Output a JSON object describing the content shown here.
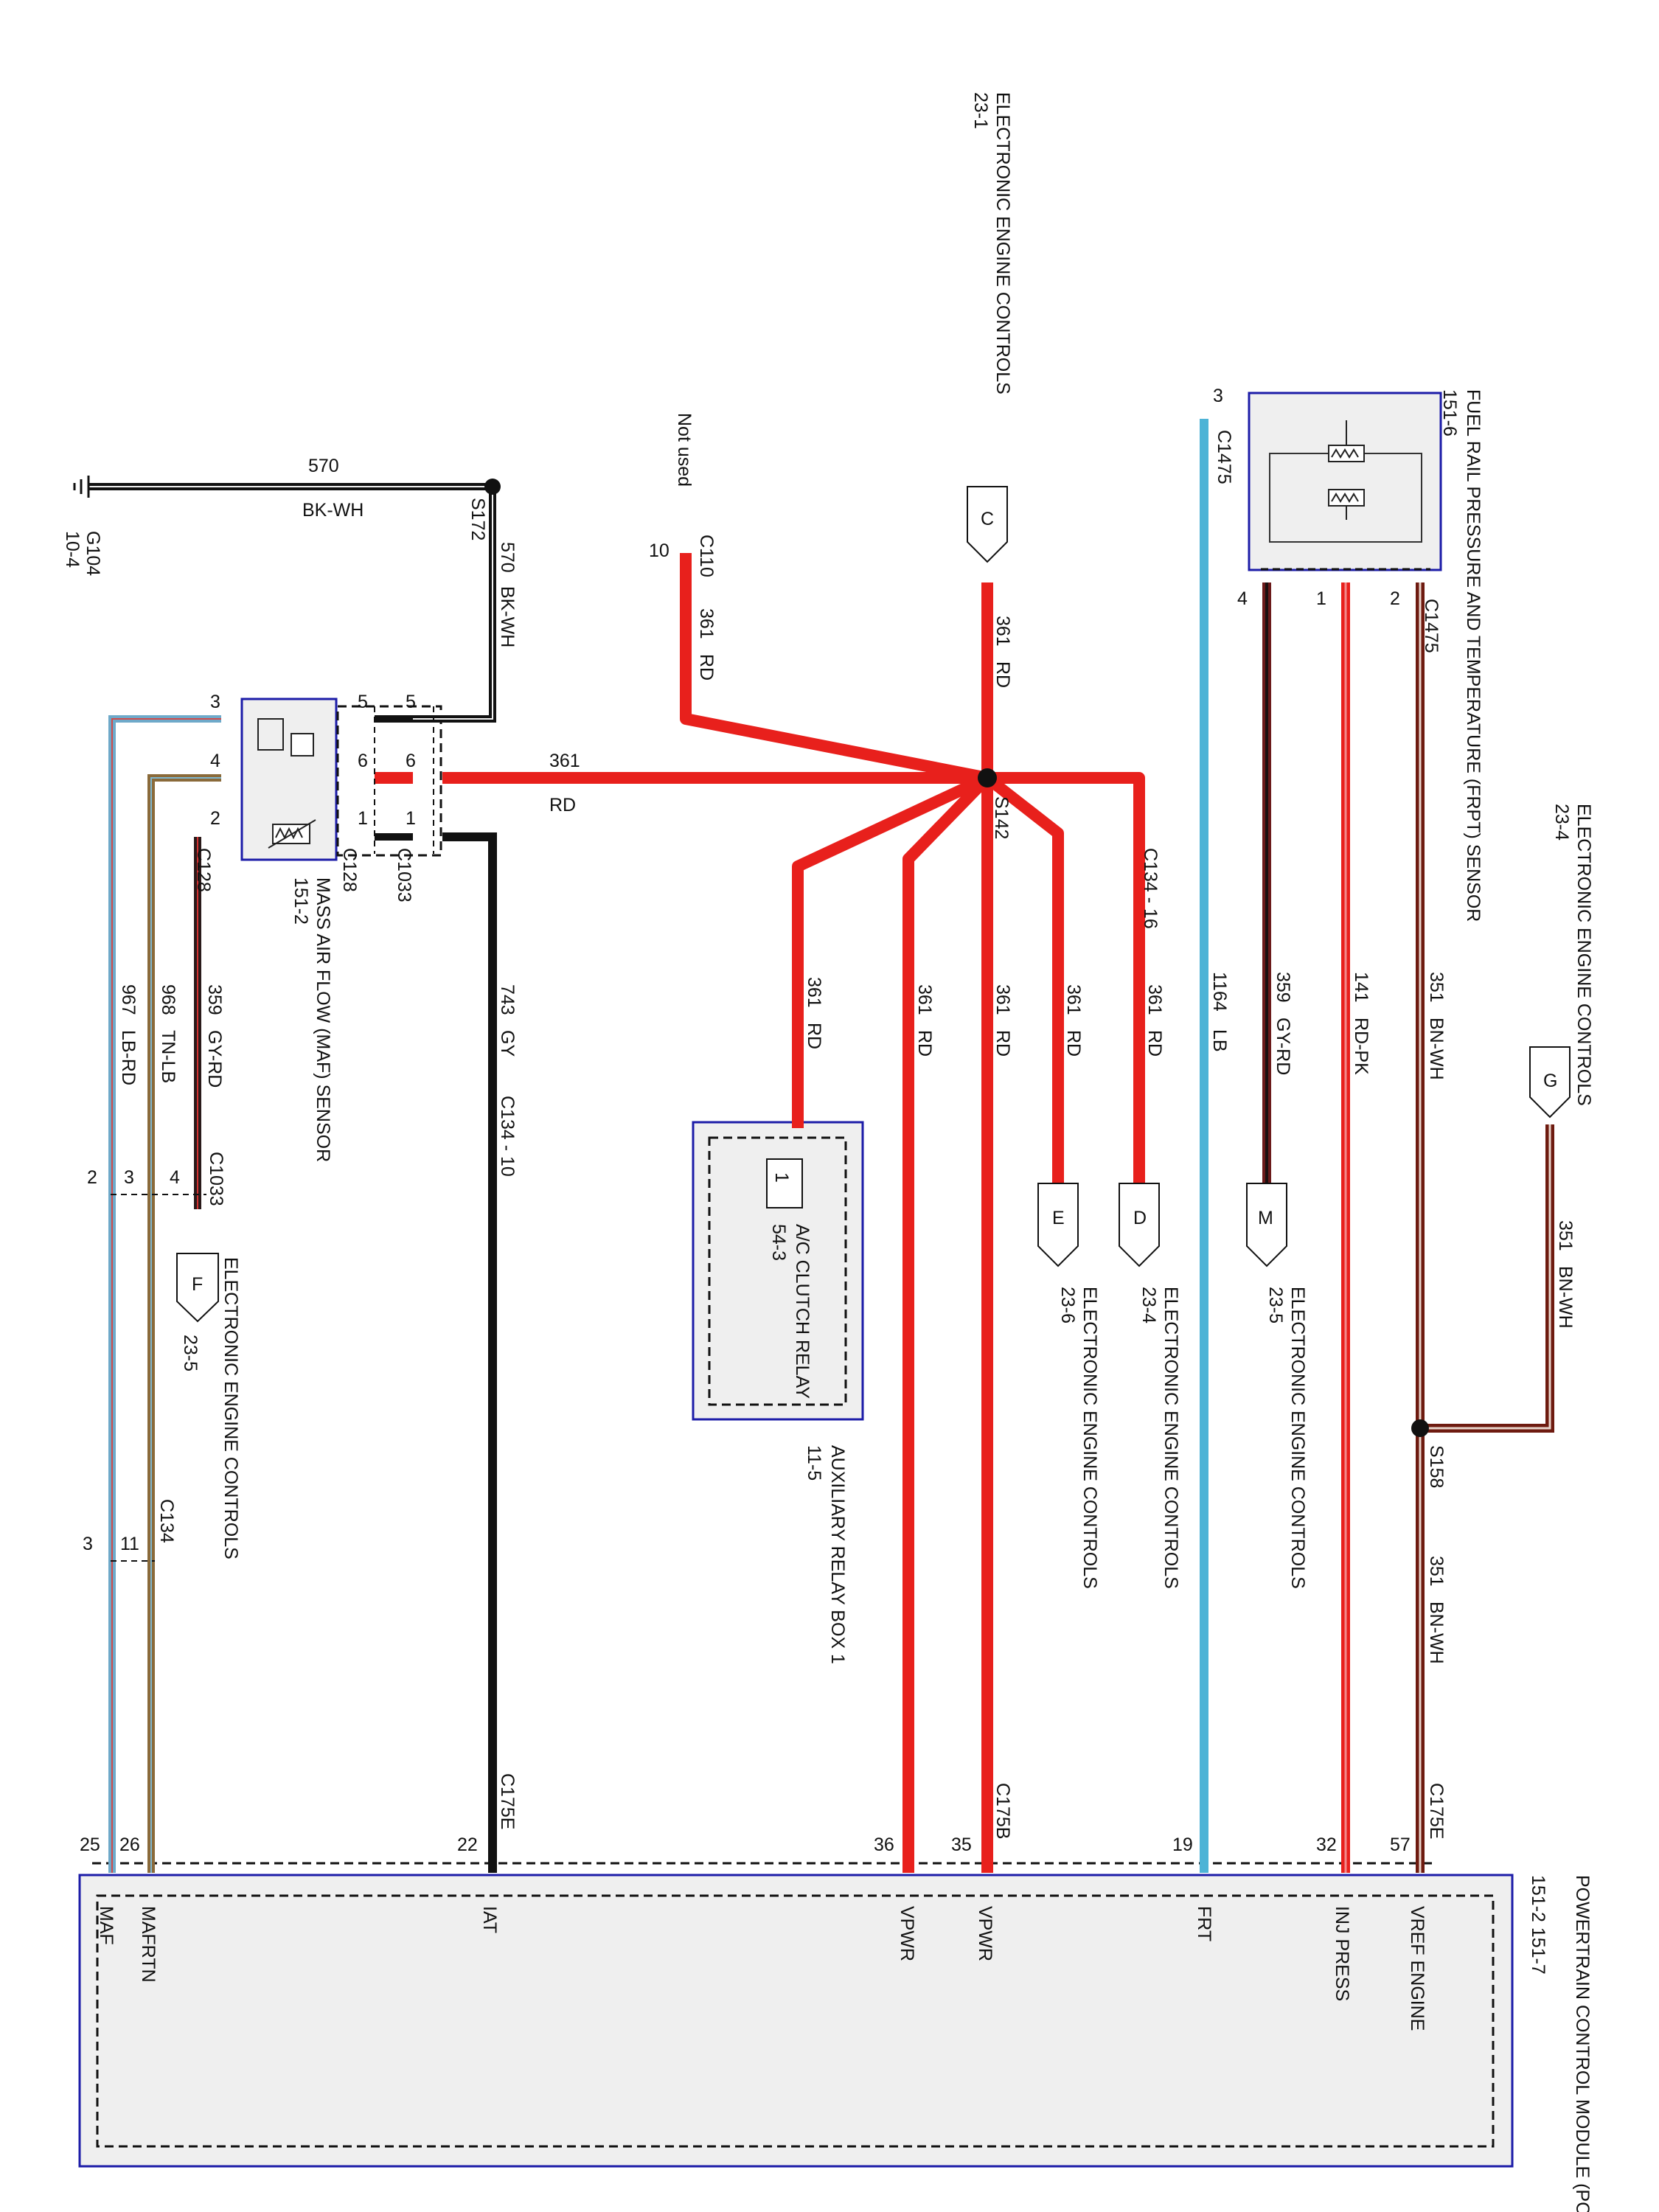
{
  "modules": {
    "pcm": {
      "label": "POWERTRAIN CONTROL MODULE (PCM)",
      "ref": "151-2   151-7"
    },
    "frpt": {
      "label": "FUEL RAIL PRESSURE AND TEMPERATURE (FRPT) SENSOR",
      "ref": "151-6"
    },
    "maf": {
      "label": "MASS AIR FLOW (MAF) SENSOR",
      "ref": "151-2"
    },
    "aux_relay_box": {
      "label": "AUXILIARY RELAY BOX 1",
      "ref": "11-5"
    },
    "ac_relay": {
      "label": "A/C CLUTCH RELAY",
      "ref": "54-3",
      "pin": "1"
    }
  },
  "page_refs": {
    "top": {
      "label": "ELECTRONIC ENGINE CONTROLS",
      "ref": "23-1",
      "letter": "C"
    },
    "g": {
      "label": "ELECTRONIC ENGINE CONTROLS",
      "ref": "23-4",
      "letter": "G"
    },
    "d": {
      "label": "ELECTRONIC ENGINE CONTROLS",
      "ref": "23-4",
      "letter": "D"
    },
    "e": {
      "label": "ELECTRONIC ENGINE CONTROLS",
      "ref": "23-6",
      "letter": "E"
    },
    "m": {
      "label": "ELECTRONIC ENGINE CONTROLS",
      "ref": "23-5",
      "letter": "M"
    },
    "f": {
      "label": "ELECTRONIC ENGINE CONTROLS",
      "ref": "23-5",
      "letter": "F"
    }
  },
  "ground": {
    "id": "G104",
    "ref": "10-4",
    "splice": "S172"
  },
  "splices": {
    "s142": "S142",
    "s158": "S158",
    "s172": "S172"
  },
  "not_used": "Not used",
  "connectors": {
    "c110": "C110",
    "c134_16": "C134 - 16",
    "c134_10": "C134 - 10",
    "c134": "C134",
    "c1033": "C1033",
    "c128": "C128",
    "c1475": "C1475",
    "c175b": "C175B",
    "c175e": "C175E"
  },
  "pin_numbers": {
    "c110": "10",
    "frpt_lb": "3",
    "frpt_4": "4",
    "frpt_1": "1",
    "frpt_2": "2",
    "maf_3": "3",
    "maf_4": "4",
    "maf_2": "2",
    "maf_5": "5",
    "maf_6": "6",
    "maf_1": "1",
    "c1033_5": "5",
    "c1033_6": "6",
    "c1033_1": "1",
    "c1033b_4": "4",
    "c1033b_3": "3",
    "c1033b_2": "2",
    "c134_11": "11",
    "c134_3": "3",
    "pcm_25": "25",
    "pcm_26": "26",
    "pcm_22": "22",
    "pcm_36": "36",
    "pcm_35": "35",
    "pcm_19": "19",
    "pcm_32": "32",
    "pcm_57": "57"
  },
  "wire_colors": {
    "RD": "#e8201c",
    "BN-WH": "#6e1b10",
    "RD-PK": "#e8201c",
    "LB": "#4db3d6",
    "GY-RD": "#2a1a1a",
    "BK": "#111111",
    "TN-LB": "#8a6a3a",
    "LB-RD": "#cc6a6a"
  },
  "wires": [
    {
      "circuit": "570",
      "color": "BK-WH"
    },
    {
      "circuit": "570",
      "color": "BK-WH"
    },
    {
      "circuit": "361",
      "color": "RD"
    },
    {
      "circuit": "361",
      "color": "RD"
    },
    {
      "circuit": "361",
      "color": "RD"
    },
    {
      "circuit": "361",
      "color": "RD"
    },
    {
      "circuit": "361",
      "color": "RD"
    },
    {
      "circuit": "361",
      "color": "RD"
    },
    {
      "circuit": "361",
      "color": "RD"
    },
    {
      "circuit": "361",
      "color": "RD"
    },
    {
      "circuit": "1164",
      "color": "LB"
    },
    {
      "circuit": "359",
      "color": "GY-RD"
    },
    {
      "circuit": "141",
      "color": "RD-PK"
    },
    {
      "circuit": "351",
      "color": "BN-WH"
    },
    {
      "circuit": "351",
      "color": "BN-WH"
    },
    {
      "circuit": "351",
      "color": "BN-WH"
    },
    {
      "circuit": "743",
      "color": "GY"
    },
    {
      "circuit": "359",
      "color": "GY-RD"
    },
    {
      "circuit": "968",
      "color": "TN-LB"
    },
    {
      "circuit": "967",
      "color": "LB-RD"
    }
  ],
  "pcm_pins": [
    "MAF",
    "MAFRTN",
    "IAT",
    "VPWR",
    "VPWR",
    "FRT",
    "INJ PRESS",
    "VREF ENGINE"
  ]
}
